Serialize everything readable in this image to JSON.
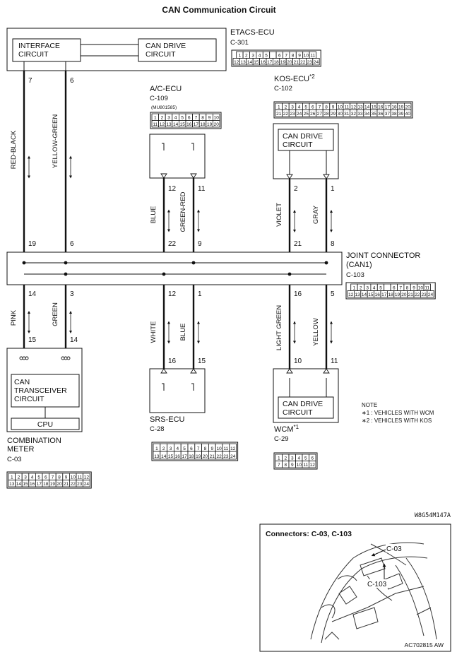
{
  "title": "CAN Communication Circuit",
  "etacs": {
    "name": "ETACS-ECU",
    "conn": "C-301",
    "box1": [
      "INTERFACE",
      "CIRCUIT"
    ],
    "box2": [
      "CAN DRIVE",
      "CIRCUIT"
    ],
    "pins": {
      "row1": [
        "1",
        "2",
        "3",
        "4",
        "5",
        "",
        "6",
        "7",
        "8",
        "9",
        "10",
        "11"
      ],
      "row2": [
        "12",
        "13",
        "14",
        "15",
        "16",
        "17",
        "18",
        "19",
        "20",
        "21",
        "22",
        "23",
        "24"
      ]
    }
  },
  "ac_ecu": {
    "name": "A/C-ECU",
    "conn": "C-109",
    "part": "(MU801585)",
    "pins": {
      "row1": [
        "1",
        "2",
        "3",
        "4",
        "5",
        "6",
        "7",
        "8",
        "9",
        "10"
      ],
      "row2": [
        "11",
        "12",
        "13",
        "14",
        "15",
        "16",
        "17",
        "18",
        "19",
        "20"
      ]
    }
  },
  "kos_ecu": {
    "name": "KOS-ECU",
    "sup": "*2",
    "conn": "C-102",
    "box": [
      "CAN DRIVE",
      "CIRCUIT"
    ],
    "pins": {
      "row1": [
        "1",
        "2",
        "3",
        "4",
        "5",
        "6",
        "7",
        "8",
        "9",
        "10",
        "11",
        "12",
        "13",
        "14",
        "15",
        "16",
        "17",
        "18",
        "19",
        "20"
      ],
      "row2": [
        "21",
        "22",
        "23",
        "24",
        "25",
        "26",
        "27",
        "28",
        "29",
        "30",
        "31",
        "32",
        "33",
        "34",
        "35",
        "36",
        "37",
        "38",
        "39",
        "40"
      ]
    }
  },
  "joint": {
    "name": [
      "JOINT CONNECTOR",
      "(CAN1)"
    ],
    "conn": "C-103",
    "pins": {
      "row1": [
        "1",
        "2",
        "3",
        "4",
        "5",
        "",
        "6",
        "7",
        "8",
        "9",
        "10",
        "11"
      ],
      "row2": [
        "12",
        "13",
        "14",
        "15",
        "16",
        "17",
        "18",
        "19",
        "20",
        "21",
        "22",
        "23",
        "24"
      ]
    }
  },
  "meter": {
    "name": [
      "COMBINATION",
      "METER"
    ],
    "conn": "C-03",
    "box": [
      "CAN",
      "TRANSCEIVER",
      "CIRCUIT"
    ],
    "cpu": "CPU",
    "pins": {
      "row1": [
        "1",
        "2",
        "3",
        "4",
        "5",
        "6",
        "7",
        "8",
        "9",
        "10",
        "11",
        "12"
      ],
      "row2": [
        "13",
        "14",
        "15",
        "16",
        "17",
        "18",
        "19",
        "20",
        "21",
        "22",
        "23",
        "24"
      ]
    }
  },
  "srs": {
    "name": "SRS-ECU",
    "conn": "C-28",
    "pins": {
      "row1": [
        "1",
        "2",
        "3",
        "4",
        "5",
        "6",
        "7",
        "8",
        "9",
        "10",
        "11",
        "12"
      ],
      "row2": [
        "13",
        "14",
        "15",
        "16",
        "17",
        "18",
        "19",
        "20",
        "21",
        "22",
        "23",
        "24"
      ]
    }
  },
  "wcm": {
    "name": "WCM",
    "sup": "*1",
    "conn": "C-29",
    "box": [
      "CAN DRIVE",
      "CIRCUIT"
    ],
    "pins": {
      "row1": [
        "1",
        "2",
        "3",
        "4",
        "5",
        "6"
      ],
      "row2": [
        "7",
        "8",
        "9",
        "10",
        "11",
        "12"
      ]
    }
  },
  "wires": {
    "w1": {
      "color": "RED-BLACK",
      "top": "7",
      "bottom": "19"
    },
    "w2": {
      "color": "YELLOW-GREEN",
      "top": "6",
      "bottom": "6"
    },
    "w3": {
      "color": "BLUE",
      "top": "12",
      "bottom": "22"
    },
    "w4": {
      "color": "GREEN-RED",
      "top": "11",
      "bottom": "9"
    },
    "w5": {
      "color": "VIOLET",
      "top": "2",
      "bottom": "21"
    },
    "w6": {
      "color": "GRAY",
      "top": "1",
      "bottom": "8"
    },
    "w7": {
      "color": "PINK",
      "top": "14",
      "bottom": "15"
    },
    "w8": {
      "color": "GREEN",
      "top": "3",
      "bottom": "14"
    },
    "w9": {
      "color": "WHITE",
      "top": "12",
      "bottom": "16"
    },
    "w10": {
      "color": "BLUE",
      "top": "1",
      "bottom": "15"
    },
    "w11": {
      "color": "LIGHT GREEN",
      "top": "16",
      "bottom": "10"
    },
    "w12": {
      "color": "YELLOW",
      "top": "5",
      "bottom": "11"
    }
  },
  "note": {
    "title": "NOTE",
    "line1": "∗1 : VEHICLES WITH WCM",
    "line2": "∗2 : VEHICLES WITH KOS"
  },
  "diagram_code": "W8G54M147A",
  "inset": {
    "title": "Connectors: C-03, C-103",
    "label1": "C-03",
    "label2": "C-103",
    "code": "AC702815 AW"
  }
}
